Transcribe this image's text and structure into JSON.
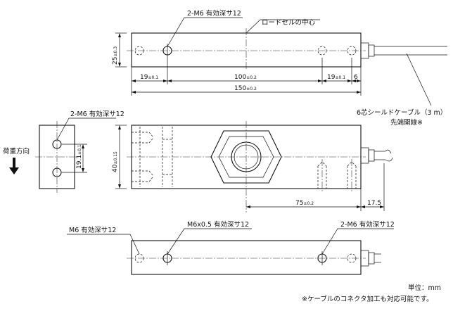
{
  "labels": {
    "top_tap": "2-M6 有効深サ12",
    "loadcell_center": "ロードセルの中心",
    "cable": "6芯シールドケーブル（3 m）",
    "cable_end": "先端開線※",
    "side_tap": "2-M6 有効深サ12",
    "load_direction": "荷重方向",
    "bottom_m6": "M6 有効深サ12",
    "bottom_m6x05": "M6x0.5 有効深サ12",
    "bottom_2m6": "2-M6 有効深サ12",
    "unit": "単位：mm",
    "note": "※ケーブルのコネクタ加工も対応可能です。"
  },
  "dims": {
    "height_25": "25",
    "height_25_tol": "±0.3",
    "d19_left": "19",
    "d19_left_tol": "±0.1",
    "d100": "100",
    "d100_tol": "±0.2",
    "d19_right": "19",
    "d19_right_tol": "±0.1",
    "d6": "6",
    "d150": "150",
    "d150_tol": "±0.2",
    "d19_1": "19.1",
    "d19_1_tol": "±0.1",
    "d40": "40",
    "d40_tol": "±0.15",
    "d75": "75",
    "d75_tol": "±0.2",
    "d17_5": "17.5"
  }
}
